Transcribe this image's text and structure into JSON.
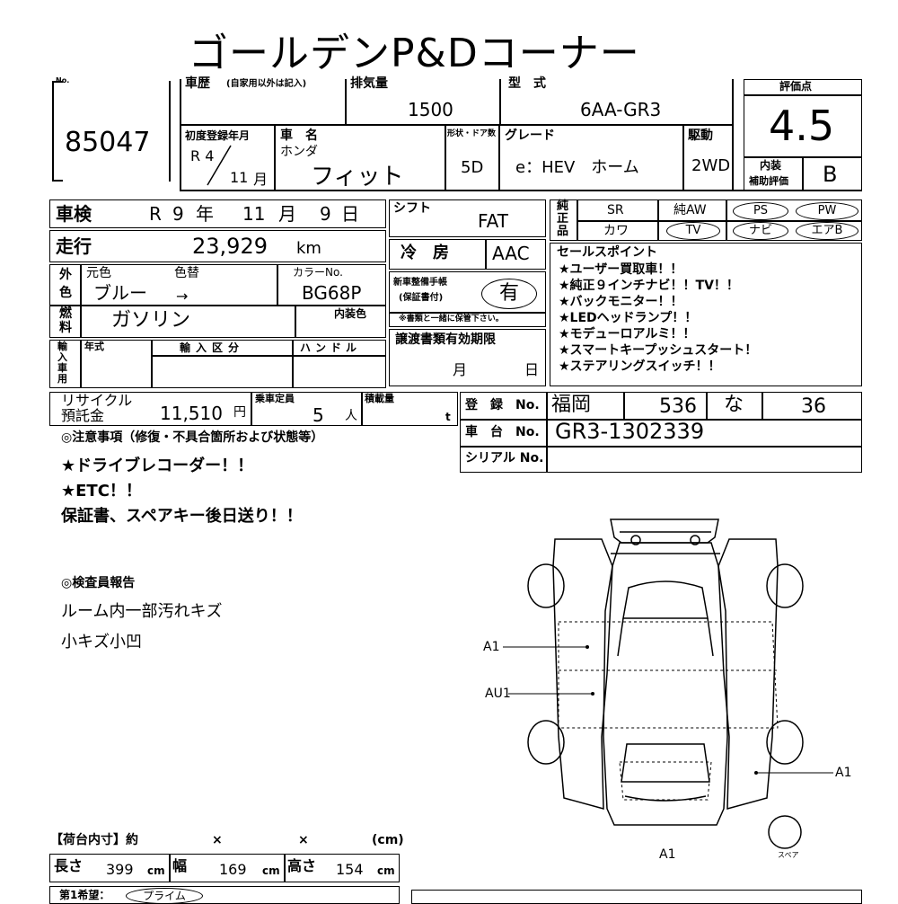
{
  "header": {
    "title": "ゴールデンP&Dコーナー"
  },
  "lot": {
    "no_label": "No.",
    "number": "85047"
  },
  "history": {
    "label": "車歴",
    "note": "(自家用以外は記入)"
  },
  "displacement": {
    "label": "排気量",
    "value": "1500"
  },
  "model": {
    "label": "型　式",
    "value": "6AA-GR3"
  },
  "score": {
    "label": "評価点",
    "value": "4.5",
    "interior_label_1": "内装",
    "interior_label_2": "補助評価",
    "interior_value": "B"
  },
  "first_reg": {
    "label": "初度登録年月",
    "year": "R 4",
    "month": "11",
    "month_unit": "月"
  },
  "car_name": {
    "label": "車　名",
    "maker": "ホンダ",
    "name": "フィット"
  },
  "doors": {
    "label": "形状・ドア数",
    "value": "5D"
  },
  "grade": {
    "label": "グレード",
    "value": "e：HEV　ホーム"
  },
  "drive": {
    "label": "駆動",
    "value": "2WD"
  },
  "inspection": {
    "label": "車検",
    "era": "R",
    "year": "9",
    "year_unit": "年",
    "month": "11",
    "month_unit": "月",
    "day": "9",
    "day_unit": "日"
  },
  "shift": {
    "label": "シフト",
    "value": "FAT"
  },
  "mileage": {
    "label": "走行",
    "value": "23,929",
    "unit": "km"
  },
  "ac": {
    "label": "冷　房",
    "value": "AAC"
  },
  "equipment": {
    "label_1": "純",
    "label_2": "正",
    "label_3": "品",
    "sr": "SR",
    "aw": "純AW",
    "leather": "カワ",
    "badges": [
      "PS",
      "PW",
      "TV",
      "ナビ",
      "エアB"
    ]
  },
  "color": {
    "label_1": "外",
    "label_2": "色",
    "original_label": "元色",
    "change_label": "色替",
    "original": "ブルー",
    "arrow": "→",
    "code_label": "カラーNo.",
    "code": "BG68P",
    "interior_label": "内装色"
  },
  "manual": {
    "label_1": "新車整備手帳",
    "label_2": "(保証書付)",
    "value": "有",
    "note": "※書類と一緒に保管下さい。"
  },
  "sales_points": {
    "label": "セールスポイント",
    "items": [
      "★ユーザー買取車！！",
      "★純正９インチナビ！！TV！！",
      "★バックモニター！！",
      "★LEDヘッドランプ！！",
      "★モデューロアルミ！！",
      "★スマートキープッシュスタート！",
      "★ステアリングスイッチ！！"
    ]
  },
  "fuel": {
    "label_1": "燃",
    "label_2": "料",
    "value": "ガソリン"
  },
  "import": {
    "label": "輸入車用",
    "year_label": "年式",
    "type_label": "輸入区分",
    "handle_label": "ハンドル"
  },
  "transfer": {
    "label": "譲渡書類有効期限",
    "month": "月",
    "day": "日"
  },
  "recycle": {
    "label_1": "リサイクル",
    "label_2": "預託金",
    "value": "11,510",
    "unit": "円"
  },
  "capacity": {
    "label": "乗車定員",
    "value": "5",
    "unit": "人"
  },
  "load": {
    "label": "積載量",
    "unit": "t"
  },
  "registration": {
    "label": "登　録　No.",
    "area": "福岡",
    "class": "536",
    "kana": "な",
    "number": "36"
  },
  "chassis": {
    "label": "車　台　No.",
    "value": "GR3-1302339"
  },
  "serial": {
    "label": "シリアル No."
  },
  "notes": {
    "label": "◎注意事項（修復・不具合箇所および状態等）",
    "items": [
      "★ドライブレコーダー！！",
      "★ETC！！",
      "保証書、スペアキー後日送り！！"
    ]
  },
  "inspector": {
    "label": "◎検査員報告",
    "items": [
      "ルーム内一部汚れキズ",
      "小キズ小凹"
    ]
  },
  "damage": {
    "left_a1": "A1",
    "left_au1": "AU1",
    "right_a1": "A1",
    "rear_a1": "A1",
    "spare": "スペア"
  },
  "cargo": {
    "label": "【荷台内寸】約",
    "x1": "×",
    "x2": "×",
    "unit": "(cm)"
  },
  "dims": {
    "length_label": "長さ",
    "length": "399",
    "width_label": "幅",
    "width": "169",
    "height_label": "高さ",
    "height": "154",
    "unit": "cm"
  },
  "owner": {
    "label": "第1希望：",
    "value": "プライム"
  }
}
